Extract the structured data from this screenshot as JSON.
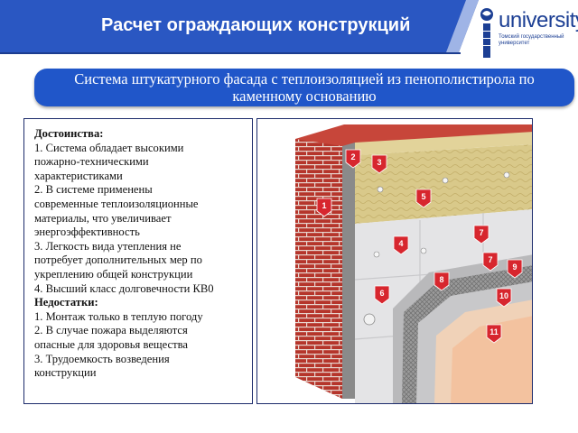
{
  "header": {
    "title": "Расчет ограждающих конструкций",
    "colors": {
      "banner_dark": "#1b3c8f",
      "banner_light": "#2d5cc8"
    }
  },
  "logo": {
    "word": "university",
    "subtitle": "Томский государственный университет",
    "icon": "university-emblem-icon"
  },
  "subtitle": {
    "text": "Система штукатурного фасада с теплоизоляцией из пенополистирола по каменному основанию",
    "color": "#2056c9"
  },
  "panel": {
    "lines": [
      {
        "text": "Достоинства:",
        "bold": true
      },
      {
        "text": "1. Система обладает высокими"
      },
      {
        "text": "пожарно-техническими"
      },
      {
        "text": "характеристиками"
      },
      {
        "text": "2. В системе применены"
      },
      {
        "text": "современные теплоизоляционные"
      },
      {
        "text": "материалы, что увеличивает"
      },
      {
        "text": "энергоэффективность"
      },
      {
        "text": "3. Легкость вида утепления не"
      },
      {
        "text": "потребует дополнительных мер по"
      },
      {
        "text": "укреплению общей конструкции"
      },
      {
        "text": "4. Высший класс долговечности КВ0"
      },
      {
        "text": "Недостатки:",
        "bold": true
      },
      {
        "text": "1. Монтаж только в теплую погоду"
      },
      {
        "text": "2. В случае пожара выделяются"
      },
      {
        "text": "опасные для здоровья вещества"
      },
      {
        "text": "3. Трудоемкость возведения"
      },
      {
        "text": "конструкции"
      }
    ]
  },
  "diagram": {
    "markers": [
      "1",
      "2",
      "3",
      "4",
      "5",
      "6",
      "7",
      "7",
      "8",
      "9",
      "10",
      "11"
    ],
    "colors": {
      "brick": "#b5352b",
      "marker": "#d7262e",
      "insulation": "#d9c98a",
      "eps": "#e6e6e6",
      "mesh": "#8e8e8e",
      "plaster": "#f3c29f"
    }
  }
}
